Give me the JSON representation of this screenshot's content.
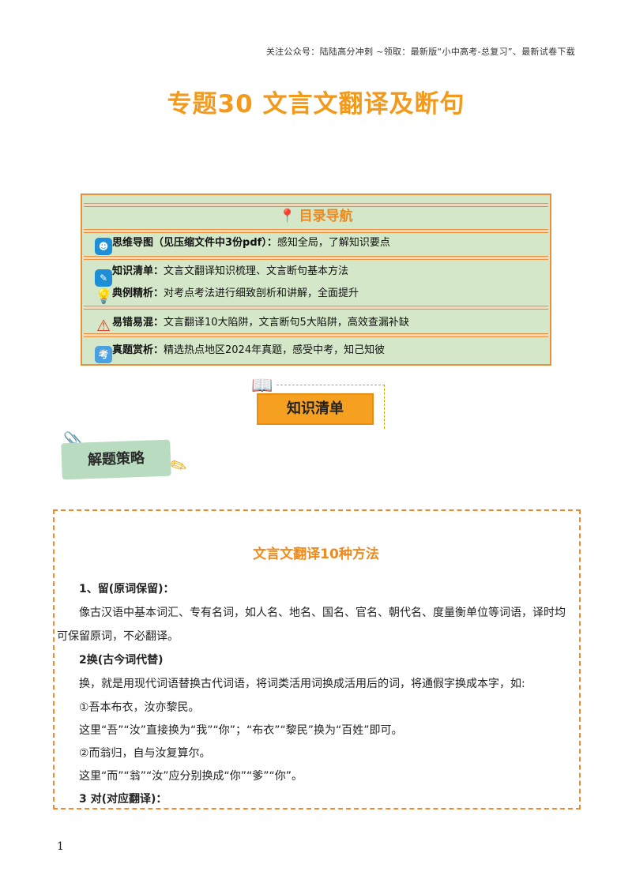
{
  "header_note": "关注公众号：陆陆高分冲刺 ~领取：最新版“小中高考-总复习”、最新试卷下载",
  "title": "专题30  文言文翻译及断句",
  "toc": {
    "heading": "目录导航",
    "rows": [
      {
        "label": "思维导图（见压缩文件中3份pdf）：",
        "text": "感知全局，了解知识要点"
      },
      {
        "label": "知识清单：",
        "text": "文言文翻译知识梳理、文言断句基本方法"
      },
      {
        "label": "典例精析：",
        "text": "对考点考法进行细致剖析和讲解，全面提升"
      },
      {
        "label": "易错易混：",
        "text": "文言翻译10大陷阱，文言断句5大陷阱，高效查漏补缺"
      },
      {
        "label": "真题赏析：",
        "text": "精选热点地区2024年真题，感受中考，知己知彼"
      }
    ],
    "icon_kao": "考"
  },
  "knowledge_tag": "知识清单",
  "strategy_tag": "解题策略",
  "section_title": "文言文翻译10种方法",
  "body_lines": [
    "1、留(原词保留)：",
    "像古汉语中基本词汇、专有名词，如人名、地名、国名、官名、朝代名、度量衡单位等词语，译时均",
    "可保留原词，不必翻译。",
    "2换(古今词代替)",
    "换，就是用现代词语替换古代词语，将词类活用词换成活用后的词，将通假字换成本字，如:",
    "①吾本布衣，汝亦黎民。",
    "这里“吾”“汝”直接换为“我”“你”；“布衣”“黎民”换为“百姓”即可。",
    "②而翁归，自与汝复算尔。",
    "这里“而”“翁”“汝”应分别换成“你”“爹”“你”。",
    "3 对(对应翻译)："
  ],
  "page_number": "1",
  "colors": {
    "accent": "#f39a1d",
    "toc_bg": "#d4e7c8",
    "toc_border": "#e8903a",
    "strategy_bg": "#b9dcc1"
  }
}
